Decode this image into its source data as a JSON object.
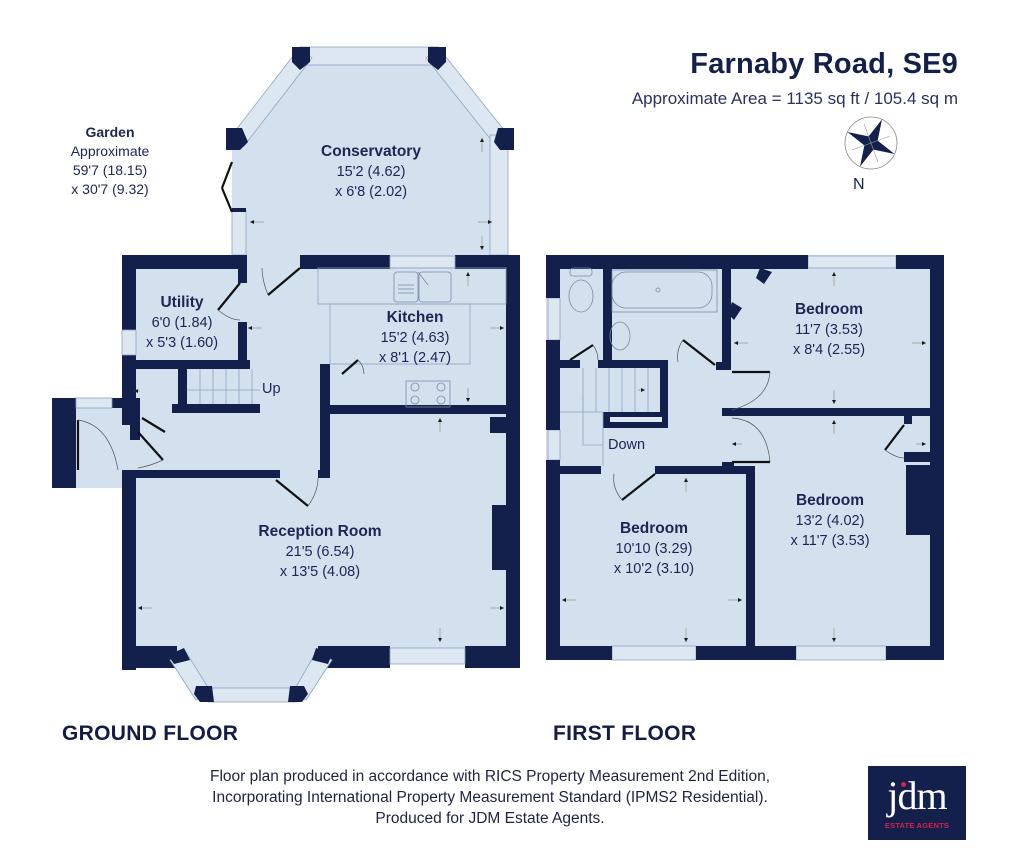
{
  "header": {
    "title": "Farnaby Road, SE9",
    "area": "Approximate Area = 1135 sq ft / 105.4 sq m",
    "compass_label": "N"
  },
  "garden": {
    "name": "Garden",
    "note": "Approximate",
    "dim1": "59'7 (18.15)",
    "dim2": "x 30'7 (9.32)"
  },
  "ground_floor": {
    "label": "GROUND FLOOR",
    "stairs_label": "Up",
    "rooms": [
      {
        "name": "Conservatory",
        "dim1": "15'2 (4.62)",
        "dim2": "x 6'8 (2.02)"
      },
      {
        "name": "Utility",
        "dim1": "6'0 (1.84)",
        "dim2": "x 5'3 (1.60)"
      },
      {
        "name": "Kitchen",
        "dim1": "15'2 (4.63)",
        "dim2": "x 8'1 (2.47)"
      },
      {
        "name": "Reception Room",
        "dim1": "21'5 (6.54)",
        "dim2": "x 13'5 (4.08)"
      }
    ]
  },
  "first_floor": {
    "label": "FIRST FLOOR",
    "stairs_label": "Down",
    "rooms": [
      {
        "name": "Bedroom",
        "dim1": "11'7 (3.53)",
        "dim2": "x 8'4 (2.55)"
      },
      {
        "name": "Bedroom",
        "dim1": "13'2 (4.02)",
        "dim2": "x 11'7 (3.53)"
      },
      {
        "name": "Bedroom",
        "dim1": "10'10 (3.29)",
        "dim2": "x 10'2 (3.10)"
      }
    ]
  },
  "footer": {
    "line1": "Floor plan produced in accordance with RICS Property Measurement 2nd Edition,",
    "line2": "Incorporating International Property Measurement Standard (IPMS2 Residential).",
    "line3": "Produced for JDM Estate Agents."
  },
  "logo": {
    "text": "jdm",
    "subtext": "ESTATE AGENTS"
  },
  "colors": {
    "wall": "#13204b",
    "floor": "#d3e1ef",
    "window": "#dce7f2",
    "accent": "#d4224e"
  }
}
